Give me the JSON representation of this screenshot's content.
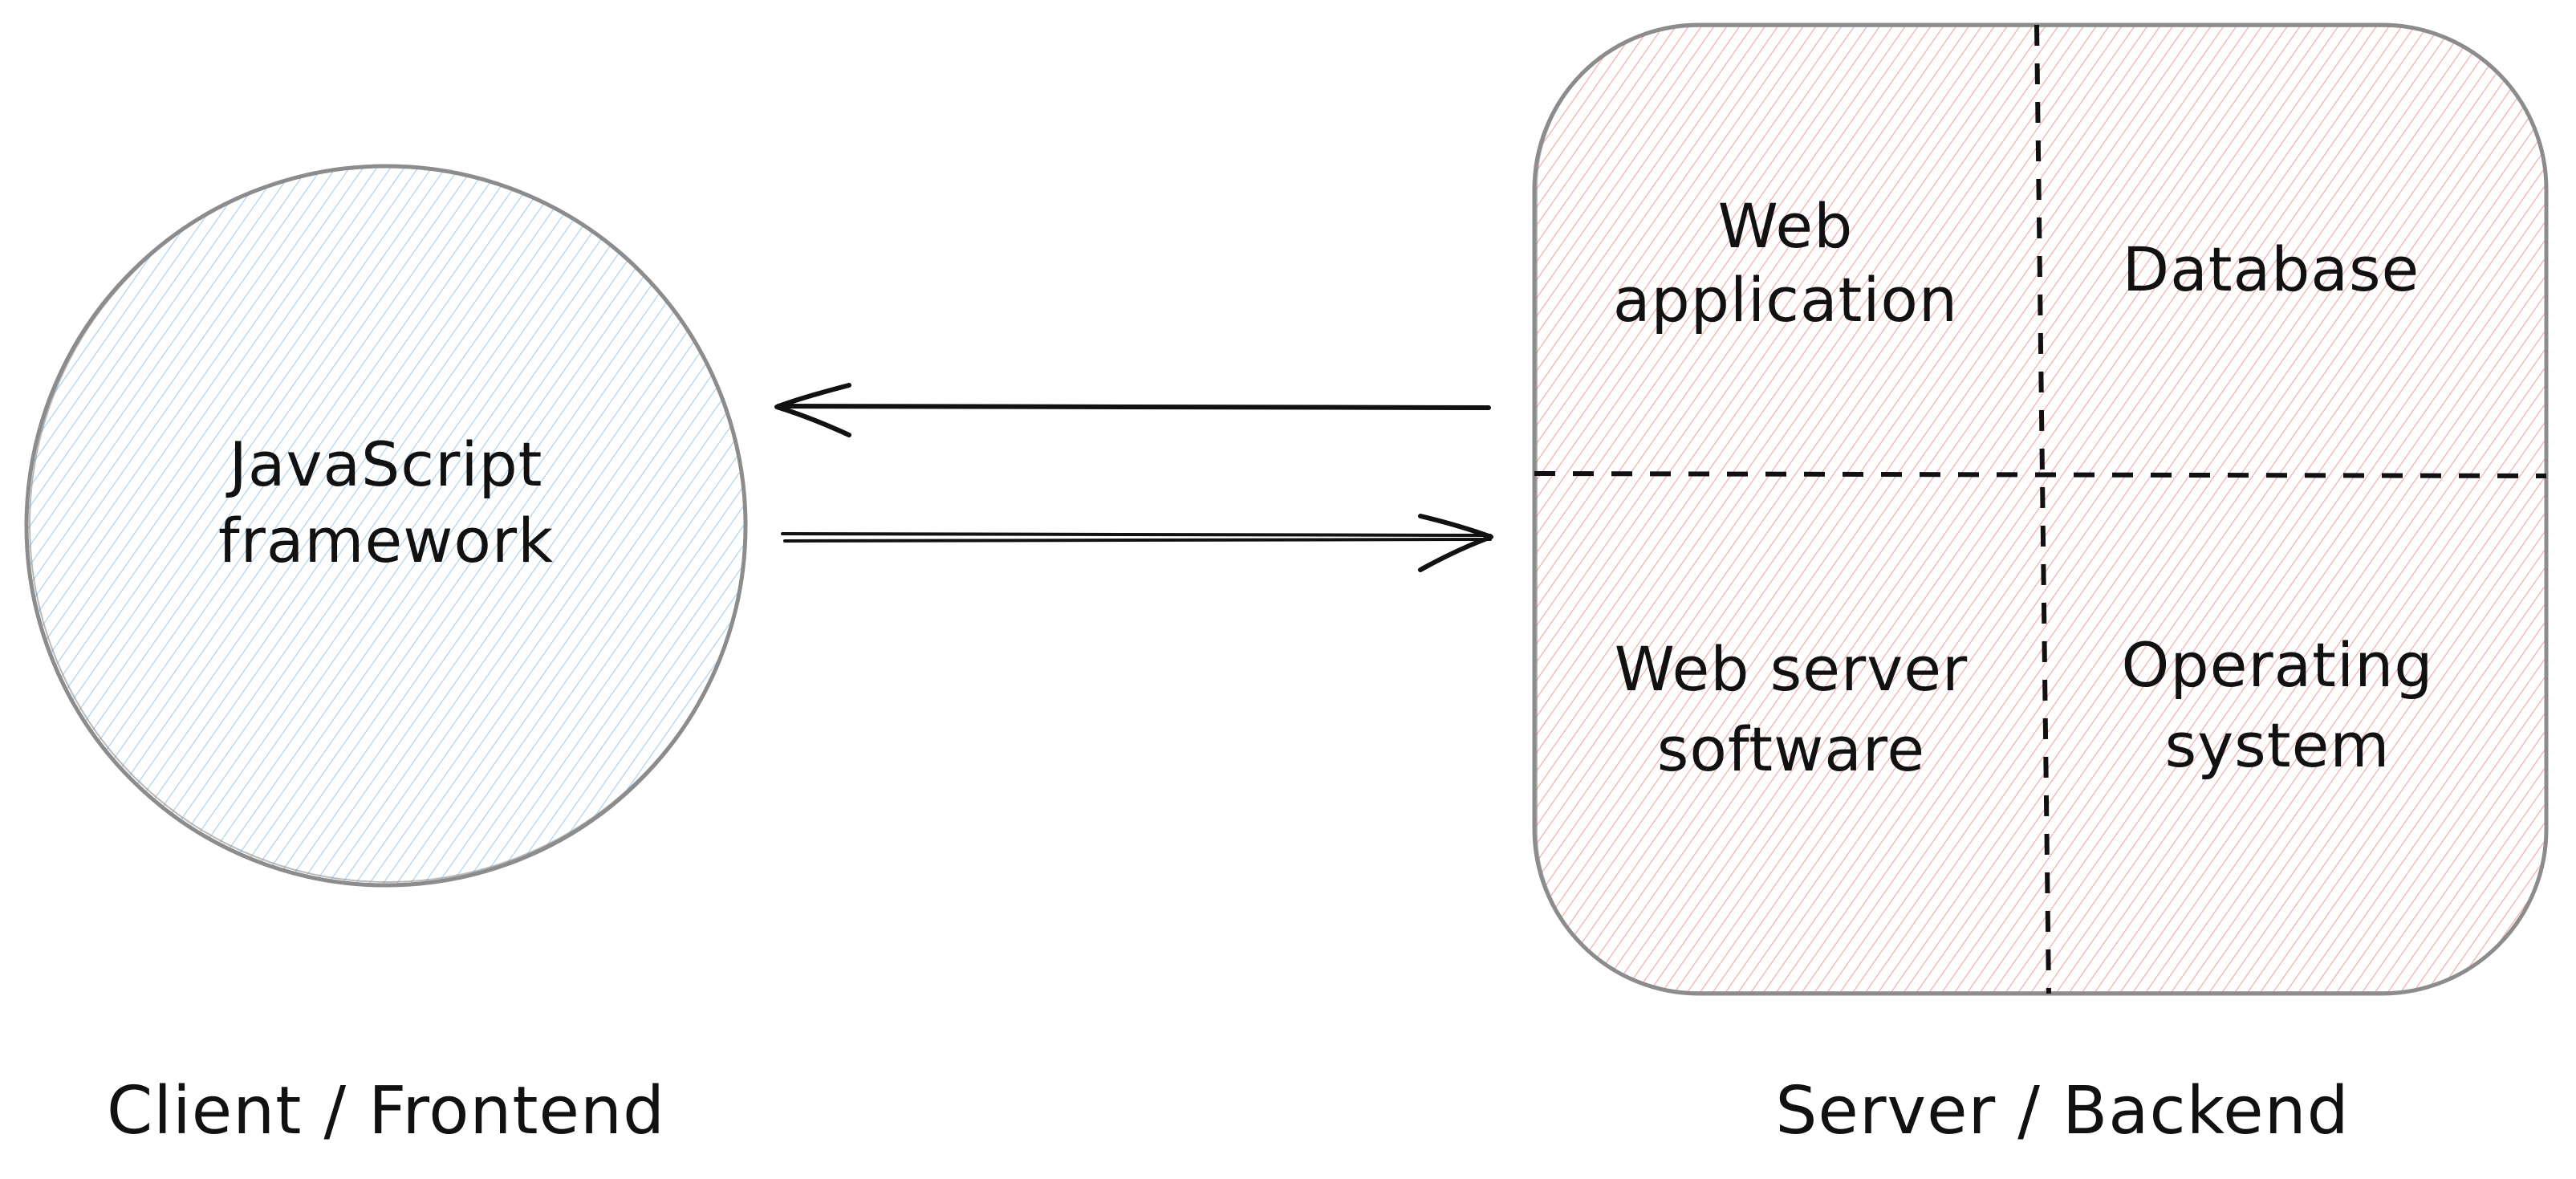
{
  "diagram": {
    "client": {
      "shape_label_lines": [
        "JavaScript",
        "framework"
      ],
      "caption": "Client / Frontend",
      "fill_color": "#a5cdf0"
    },
    "server": {
      "caption": "Server / Backend",
      "fill_color": "#f4a3a3",
      "quadrants": [
        {
          "position": "top-left",
          "lines": [
            "Web",
            "application"
          ]
        },
        {
          "position": "top-right",
          "lines": [
            "Database"
          ]
        },
        {
          "position": "bottom-left",
          "lines": [
            "Web server",
            "software"
          ]
        },
        {
          "position": "bottom-right",
          "lines": [
            "Operating",
            "system"
          ]
        }
      ]
    },
    "connections": [
      {
        "from": "server",
        "to": "client",
        "style": "single-line"
      },
      {
        "from": "client",
        "to": "server",
        "style": "double-line"
      }
    ]
  }
}
